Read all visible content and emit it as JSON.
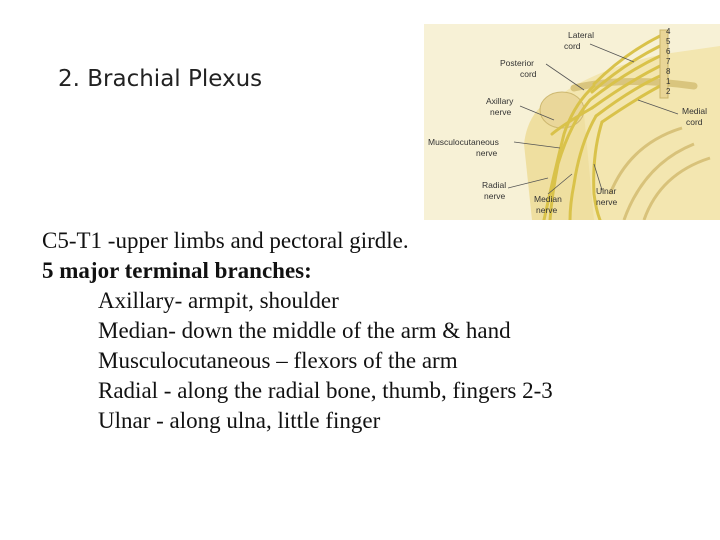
{
  "slide": {
    "title": "2. Brachial Plexus",
    "figure": {
      "labels": {
        "lateral_cord": [
          "Lateral",
          "cord"
        ],
        "posterior_cord": [
          "Posterior",
          "cord"
        ],
        "axillary_nerve": [
          "Axillary",
          "nerve"
        ],
        "medial_cord": [
          "Medial",
          "cord"
        ],
        "musculocutaneous_nerve": [
          "Musculocutaneous",
          "nerve"
        ],
        "radial_nerve": [
          "Radial",
          "nerve"
        ],
        "median_nerve": [
          "Median",
          "nerve"
        ],
        "ulnar_nerve": [
          "Ulnar",
          "nerve"
        ]
      },
      "root_numbers": [
        "4",
        "5",
        "6",
        "7",
        "8",
        "1",
        "2"
      ],
      "colors": {
        "background": "#f6efcf",
        "nerve": "#e0cc58",
        "bone": "#efe2a6",
        "leader": "#555555"
      }
    },
    "body_lines": [
      "C5-T1 -upper limbs and pectoral girdle.",
      "5 major terminal branches:",
      "Axillary- armpit, shoulder",
      "Median- down the middle of the arm & hand",
      "Musculocutaneous – flexors of the arm",
      "Radial - along the radial bone, thumb, fingers 2-3",
      "Ulnar - along ulna, little finger"
    ]
  }
}
